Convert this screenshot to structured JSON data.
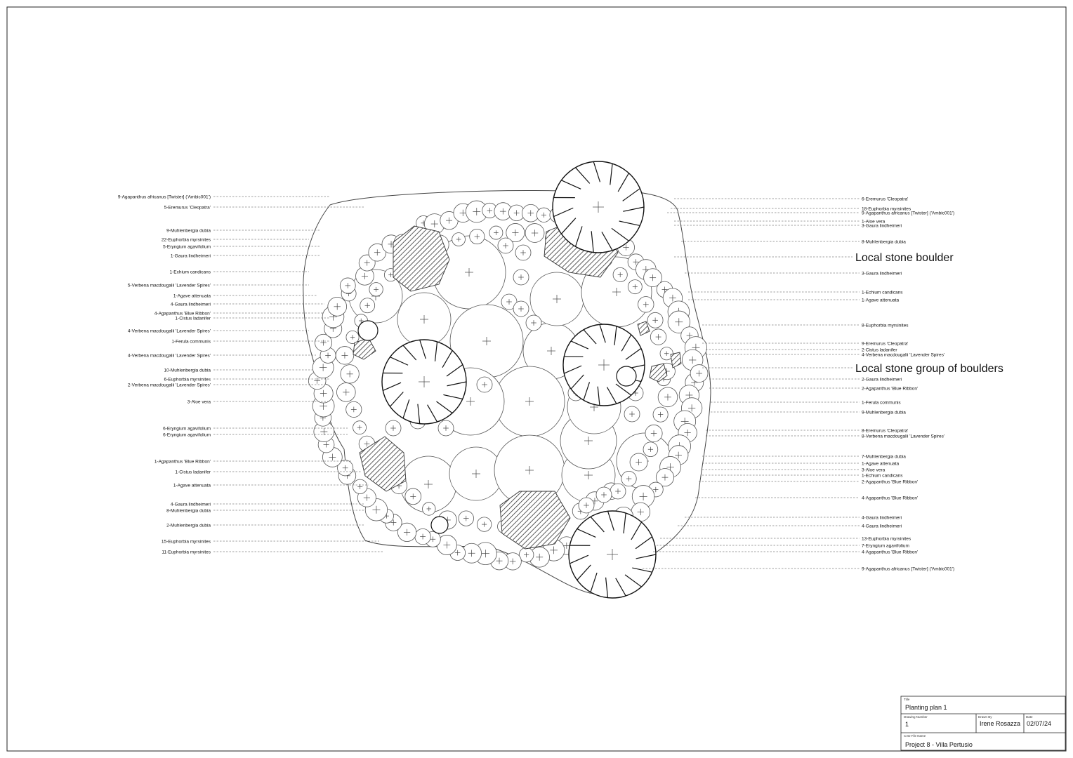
{
  "left_labels": [
    "9-Agapanthus africanus [Twister] ('Ambic001')",
    "5-Eremurus 'Cleopatra'",
    "9-Muhlenbergia dubia",
    "22-Euphorbia myrsinites",
    "5-Eryngium agavifolium",
    "1-Gaura lindheimeri",
    "1-Echium candicans",
    "5-Verbena macdougalii 'Lavender Spires'",
    "1-Agave attenuata",
    "4-Gaura lindheimeri",
    "4-Agapanthus 'Blue Ribbon'",
    "1-Cistus ladanifer",
    "4-Verbena macdougalii 'Lavender Spires'",
    "1-Ferula communis",
    "4-Verbena macdougalii 'Lavender Spires'",
    "10-Muhlenbergia dubia",
    "6-Euphorbia myrsinites",
    "2-Verbena macdougalii 'Lavender Spires'",
    "3-Aloe vera",
    "6-Eryngium agavifolium",
    "6-Eryngium agavifolium",
    "1-Agapanthus 'Blue Ribbon'",
    "1-Cistus ladanifer",
    "1-Agave attenuata",
    "4-Gaura lindheimeri",
    "8-Muhlenbergia dubia",
    "2-Muhlenbergia dubia",
    "15-Euphorbia myrsinites",
    "11-Euphorbia myrsinites"
  ],
  "right_labels": [
    "6-Eremurus 'Cleopatra'",
    "18-Euphorbia myrsinites",
    "9-Agapanthus africanus [Twister] ('Ambic001')",
    "1-Aloe vera",
    "3-Gaura lindheimeri",
    "8-Muhlenbergia dubia",
    "3-Gaura lindheimeri",
    "1-Echium candicans",
    "1-Agave attenuata",
    "8-Euphorbia myrsinites",
    "9-Eremurus 'Cleopatra'",
    "2-Cistus ladanifer",
    "4-Verbena macdougalii 'Lavender Spires'",
    "2-Gaura lindheimeri",
    "2-Agapanthus 'Blue Ribbon'",
    "1-Ferula communis",
    "9-Muhlenbergia dubia",
    "8-Eremurus 'Cleopatra'",
    "8-Verbena macdougalii 'Lavender Spires'",
    "7-Muhlenbergia dubia",
    "1-Agave attenuata",
    "3-Aloe vera",
    "1-Echium candicans",
    "2-Agapanthus 'Blue Ribbon'",
    "4-Agapanthus 'Blue Ribbon'",
    "4-Gaura lindheimeri",
    "4-Gaura lindheimeri",
    "13-Euphorbia myrsinites",
    "7-Eryngium agavifolium",
    "4-Agapanthus 'Blue Ribbon'",
    "9-Agapanthus africanus [Twister] ('Ambic001')"
  ],
  "callouts": {
    "boulder": "Local stone boulder",
    "group_of_boulders": "Local stone group of boulders"
  },
  "title_block": {
    "title_caption": "Title",
    "title": "Planting plan 1",
    "drawing_number_caption": "Drawing Number",
    "drawing_number": "1",
    "drawn_by_caption": "Drawn By",
    "drawn_by": "Irene Rosazza",
    "date_caption": "Date",
    "date": "02/07/24",
    "cad_file_caption": "CAD File Name",
    "cad_file": "Project 8 - Villa Pertusio"
  }
}
